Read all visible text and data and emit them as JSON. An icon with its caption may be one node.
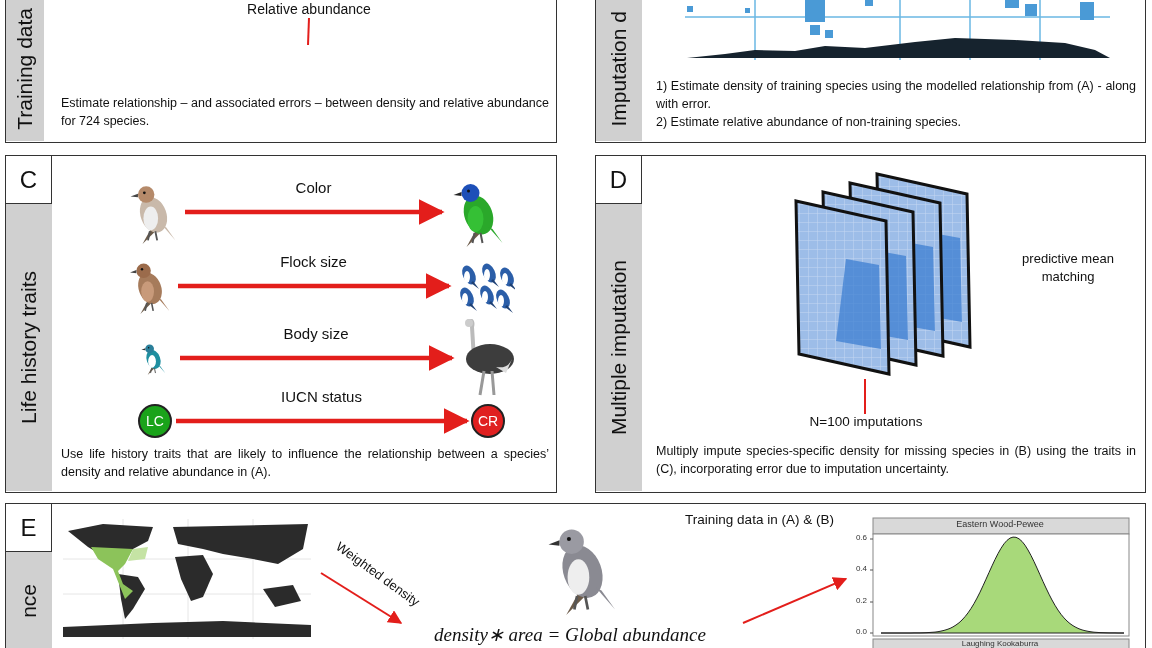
{
  "diagram": {
    "nodes": [
      {
        "text": [
          "Training data",
          "Estimate relationship – and associated errors – between density and relative abundance for 724 species."
        ]
      },
      {
        "text": [
          "Relative abundance"
        ],
        "in": 0
      },
      {
        "text": [
          "Imputation d",
          "1) Estimate density of training species using the modelled relationship from (A) - along with error.",
          "2) Estimate relative abundance of non-training species."
        ]
      },
      {
        "text": [
          "C",
          "Life history traits",
          "Use life history traits that are likely to influence the relationship between a species’ density and relative abundance in (A)."
        ]
      },
      {
        "text": [],
        "shape": "picture",
        "in": 3
      },
      {
        "text": [],
        "shape": "picture",
        "in": 3
      },
      {
        "text": [],
        "shape": "picture",
        "in": 3
      },
      {
        "text": [],
        "shape": "picture",
        "in": 3
      },
      {
        "text": [],
        "shape": "picture",
        "in": 3
      },
      {
        "text": [],
        "shape": "picture",
        "in": 3
      },
      {
        "text": [
          "LC"
        ],
        "in": 3
      },
      {
        "text": [
          "CR"
        ],
        "in": 3
      },
      {
        "text": [
          "D",
          "Multiple imputation",
          "Multiply impute species-specific density for missing species in (B) using the traits in (C), incorporating error due to imputation uncertainty."
        ]
      },
      {
        "text": [],
        "shape": "picture",
        "in": 12
      },
      {
        "text": [
          "N=100 imputations"
        ],
        "in": 12
      },
      {
        "text": [
          "E",
          "nce"
        ]
      },
      {
        "text": [],
        "shape": "picture",
        "in": 15
      },
      {
        "text": [
          "density∗ area = Global abundance"
        ],
        "in": 15
      },
      {
        "text": [],
        "shape": "picture",
        "in": 15,
        "beside": [
          "Eastern Wood-Pewee",
          "0.6",
          "0.4",
          "0.2",
          "0.0",
          "Laughing Kookaburra"
        ]
      }
    ],
    "edges": [
      {
        "from": 1,
        "to": null,
        "arrow": "none"
      },
      {
        "from": 4,
        "to": 5,
        "arrow": "to",
        "label": "Color",
        "style": "thick"
      },
      {
        "from": 6,
        "to": 7,
        "arrow": "to",
        "label": "Flock size",
        "style": "thick"
      },
      {
        "from": 8,
        "to": 9,
        "arrow": "to",
        "label": "Body size",
        "style": "thick"
      },
      {
        "from": 10,
        "to": 11,
        "arrow": "to",
        "label": "IUCN status",
        "style": "thick"
      },
      {
        "from": 13,
        "to": 14,
        "arrow": "none"
      },
      {
        "from": 16,
        "to": 17,
        "arrow": "to",
        "label": "Weighted density"
      },
      {
        "from": 17,
        "to": 18,
        "arrow": "to"
      }
    ],
    "labels": [
      "predictive mean matching",
      "Training data in (A) & (B)"
    ]
  }
}
